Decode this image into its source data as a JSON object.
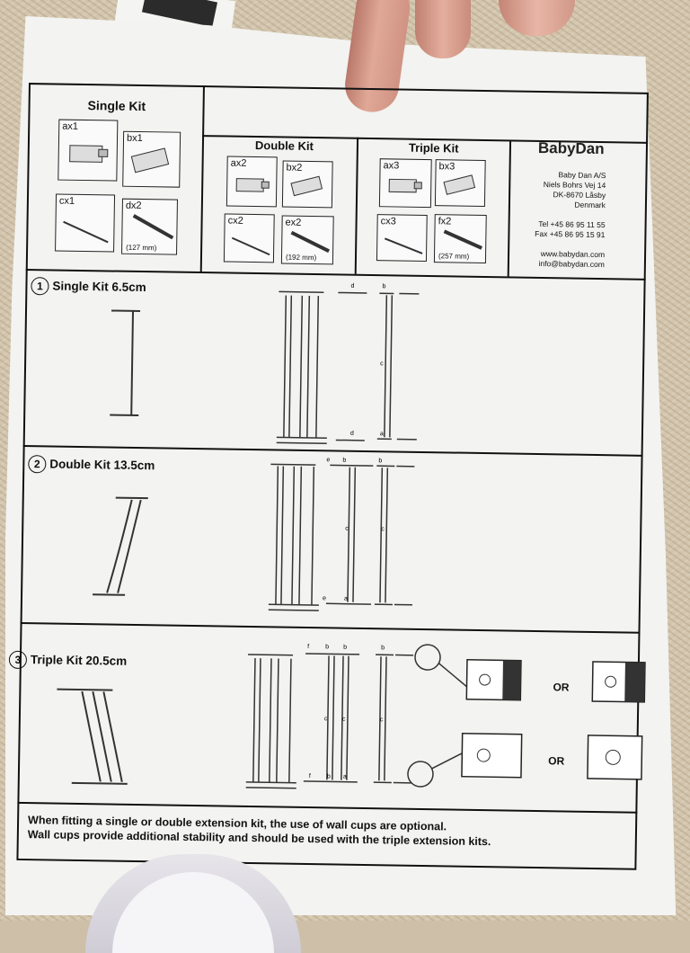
{
  "kits": [
    {
      "title": "Single Kit",
      "parts": [
        {
          "label": "ax1",
          "dim": ""
        },
        {
          "label": "bx1",
          "dim": ""
        },
        {
          "label": "cx1",
          "dim": ""
        },
        {
          "label": "dx2",
          "dim": "(127 mm)"
        }
      ]
    },
    {
      "title": "Double Kit",
      "parts": [
        {
          "label": "ax2",
          "dim": ""
        },
        {
          "label": "bx2",
          "dim": ""
        },
        {
          "label": "cx2",
          "dim": ""
        },
        {
          "label": "ex2",
          "dim": "(192 mm)"
        }
      ]
    },
    {
      "title": "Triple Kit",
      "parts": [
        {
          "label": "ax3",
          "dim": ""
        },
        {
          "label": "bx3",
          "dim": ""
        },
        {
          "label": "cx3",
          "dim": ""
        },
        {
          "label": "fx2",
          "dim": "(257 mm)"
        }
      ]
    }
  ],
  "brand": {
    "logo": "BabyDan",
    "company": "Baby Dan A/S",
    "street": "Niels Bohrs Vej 14",
    "city": "DK-8670 Låsby",
    "country": "Denmark",
    "tel": "Tel +45 86 95 11 55",
    "fax": "Fax +45 86 95 15 91",
    "web": "www.babydan.com",
    "email": "info@babydan.com"
  },
  "steps": [
    {
      "num": "1",
      "title": "Single Kit 6.5cm"
    },
    {
      "num": "2",
      "title": "Double Kit 13.5cm"
    },
    {
      "num": "3",
      "title": "Triple Kit 20.5cm"
    }
  ],
  "or_label": "OR",
  "note": {
    "line1": "When fitting a single or double extension kit, the use of wall cups are optional.",
    "line2": "Wall cups provide additional stability and should be used with the triple extension kits."
  },
  "diagram_letters": {
    "a": "a",
    "b": "b",
    "c": "c",
    "d": "d",
    "e": "e",
    "f": "f"
  }
}
